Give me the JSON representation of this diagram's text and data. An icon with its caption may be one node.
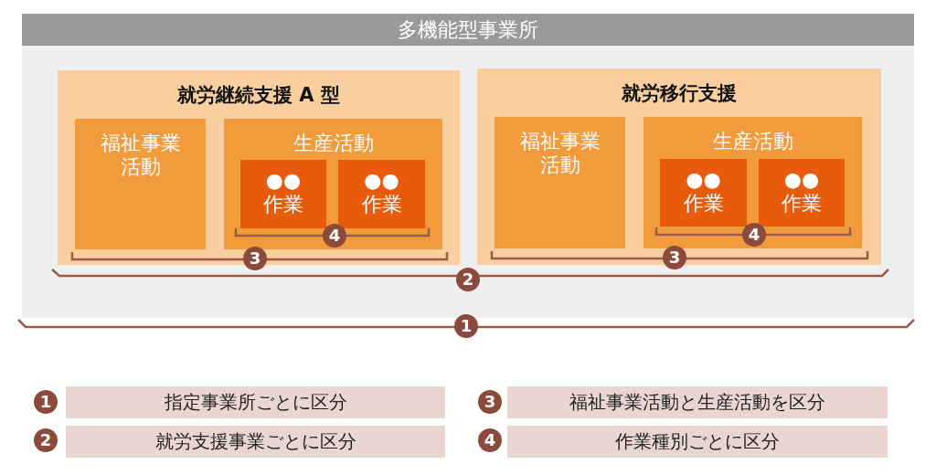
{
  "diagram": {
    "nodes": [
      {
        "text": [
          "多機能型事業所"
        ]
      },
      {
        "text": [
          "就労継続支援 A 型"
        ],
        "in": 0
      },
      {
        "text": [
          "福祉事業活動"
        ],
        "in": 1
      },
      {
        "text": [
          "生産活動"
        ],
        "in": 1
      },
      {
        "text": [
          "●●作業"
        ],
        "in": 3
      },
      {
        "text": [
          "●●作業"
        ],
        "in": 3
      },
      {
        "text": [
          "就労移行支援"
        ],
        "in": 0
      },
      {
        "text": [
          "福祉事業活動"
        ],
        "in": 6
      },
      {
        "text": [
          "生産活動"
        ],
        "in": 6
      },
      {
        "text": [
          "●●作業"
        ],
        "in": 8
      },
      {
        "text": [
          "●●作業"
        ],
        "in": 8
      },
      {
        "text": [
          "指定事業所ごとに区分"
        ]
      },
      {
        "text": [
          "福祉事業活動と生産活動を区分"
        ]
      },
      {
        "text": [
          "就労支援事業ごとに区分"
        ]
      },
      {
        "text": [
          "作業種別ごとに区分"
        ]
      }
    ],
    "edges": [],
    "labels": [
      "4",
      "4",
      "3",
      "3",
      "2",
      "1",
      "1",
      "3",
      "2",
      "4"
    ]
  }
}
